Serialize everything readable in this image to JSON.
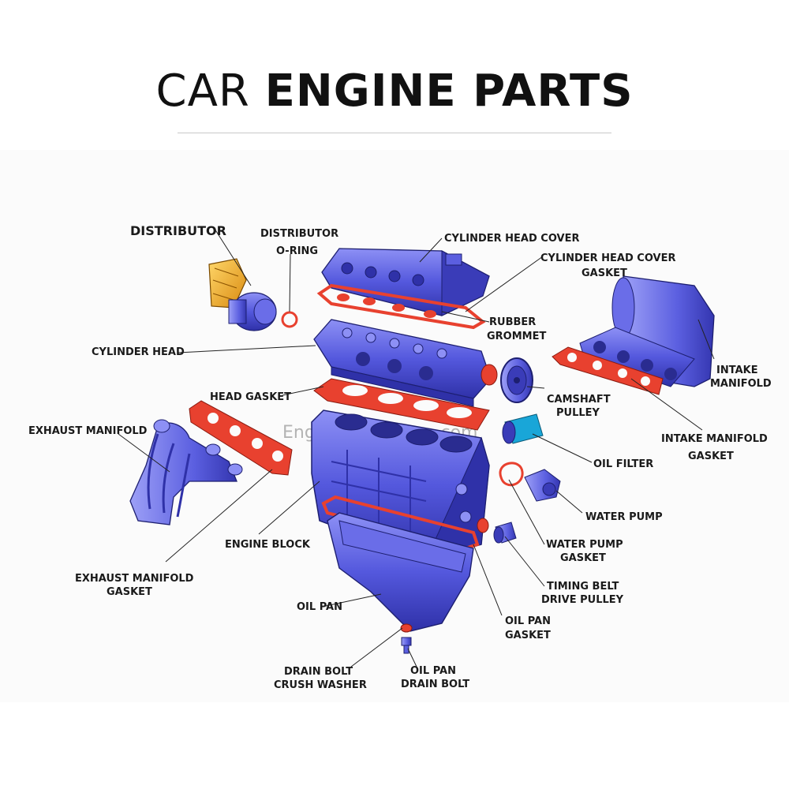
{
  "title": {
    "light": "CAR",
    "bold": "ENGINE PARTS"
  },
  "watermark": "EngineeringLearn.com",
  "colors": {
    "part_blue": "#4b4fd6",
    "gasket_red": "#e8412f",
    "distributor_gold": "#f0b429",
    "filter_cyan": "#19a6d8"
  },
  "labels": {
    "distributor": "DISTRIBUTOR",
    "distributor_oring_1": "DISTRIBUTOR",
    "distributor_oring_2": "O-RING",
    "cylinder_head_cover": "CYLINDER HEAD COVER",
    "cylinder_head_cover_gasket_1": "CYLINDER HEAD COVER",
    "cylinder_head_cover_gasket_2": "GASKET",
    "rubber_grommet_1": "RUBBER",
    "rubber_grommet_2": "GROMMET",
    "cylinder_head": "CYLINDER HEAD",
    "intake_manifold_1": "INTAKE",
    "intake_manifold_2": "MANIFOLD",
    "head_gasket": "HEAD GASKET",
    "camshaft_pulley_1": "CAMSHAFT",
    "camshaft_pulley_2": "PULLEY",
    "exhaust_manifold": "EXHAUST MANIFOLD",
    "intake_manifold_gasket_1": "INTAKE MANIFOLD",
    "intake_manifold_gasket_2": "GASKET",
    "oil_filter": "OIL FILTER",
    "water_pump": "WATER PUMP",
    "engine_block": "ENGINE BLOCK",
    "water_pump_gasket_1": "WATER PUMP",
    "water_pump_gasket_2": "GASKET",
    "exhaust_manifold_gasket_1": "EXHAUST MANIFOLD",
    "exhaust_manifold_gasket_2": "GASKET",
    "timing_belt_drive_pulley_1": "TIMING BELT",
    "timing_belt_drive_pulley_2": "DRIVE PULLEY",
    "oil_pan": "OIL PAN",
    "oil_pan_gasket_1": "OIL PAN",
    "oil_pan_gasket_2": "GASKET",
    "drain_bolt_crush_washer_1": "DRAIN BOLT",
    "drain_bolt_crush_washer_2": "CRUSH WASHER",
    "oil_pan_drain_bolt_1": "OIL PAN",
    "oil_pan_drain_bolt_2": "DRAIN BOLT"
  }
}
